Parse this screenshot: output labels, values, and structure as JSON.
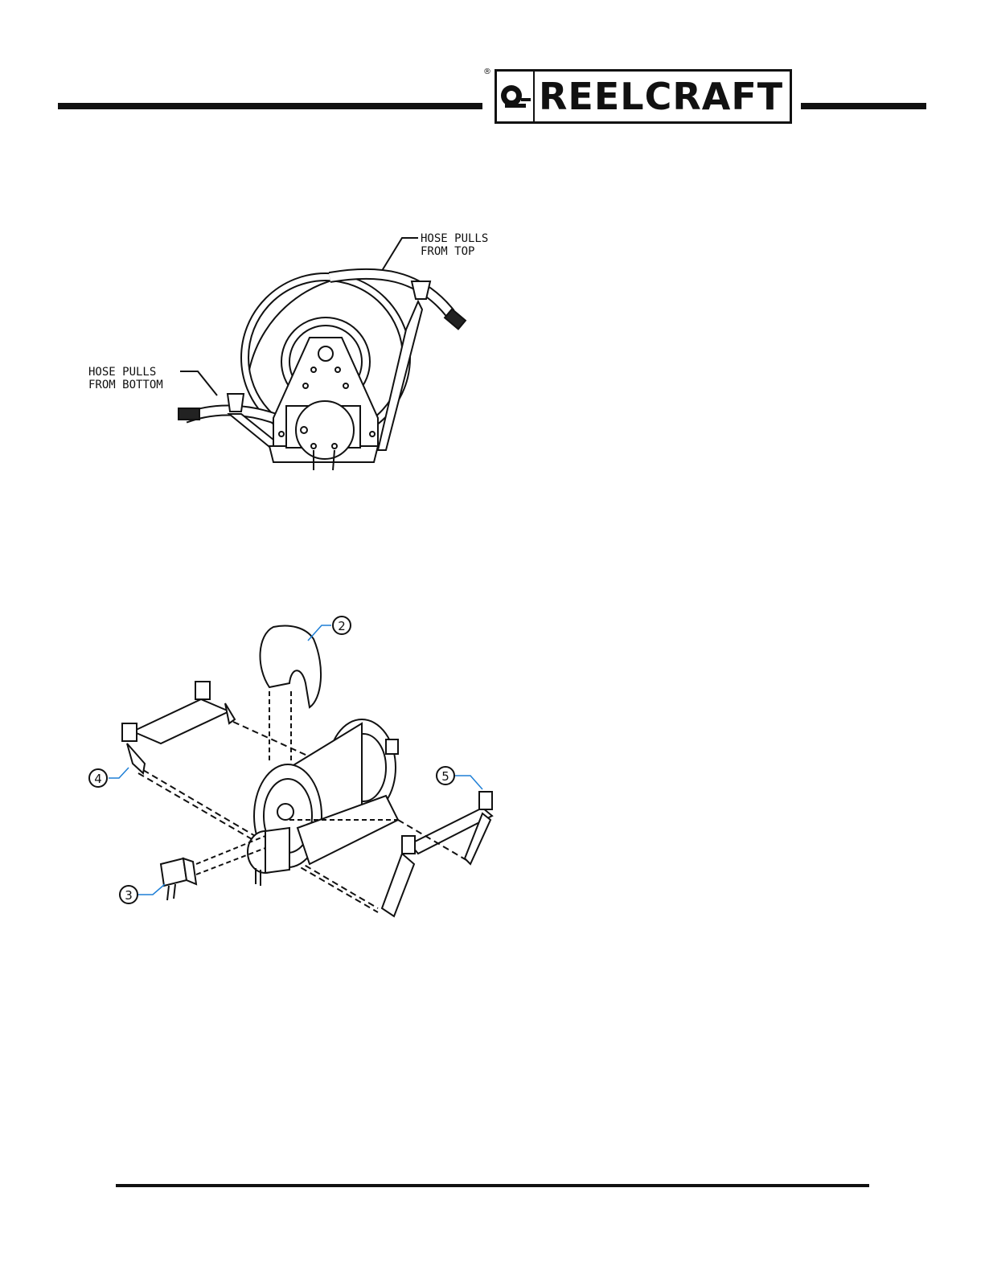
{
  "header": {
    "brand": "REELCRAFT",
    "registered_mark": "®"
  },
  "figure1": {
    "callout_top": [
      "HOSE PULLS",
      "FROM TOP"
    ],
    "callout_bottom": [
      "HOSE PULLS",
      "FROM BOTTOM"
    ]
  },
  "figure2": {
    "part_labels": [
      "2",
      "3",
      "4",
      "5"
    ]
  },
  "colors": {
    "ink": "#111111",
    "leader_accent": "#1e7fd6"
  }
}
